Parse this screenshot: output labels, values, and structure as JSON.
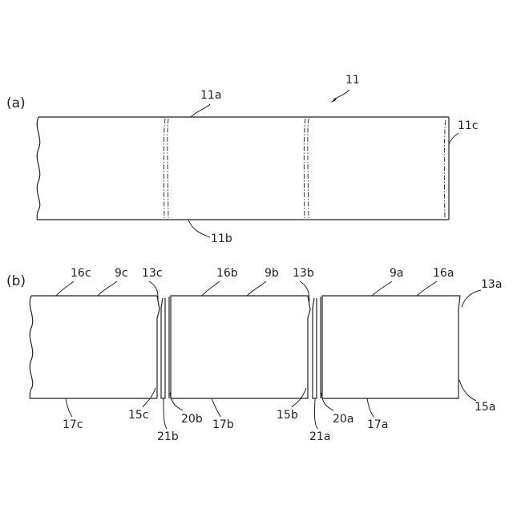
{
  "figure": {
    "panel_a": {
      "label": "(a)",
      "ref_main": "11",
      "ref_top_edge": "11a",
      "ref_bottom_edge": "11b",
      "ref_right_end": "11c"
    },
    "panel_b": {
      "label": "(b)",
      "piece_c": {
        "top_face": "16c",
        "panel": "9c",
        "corner_top": "13c",
        "bottom_face": "17c",
        "corner_bottom": "15c"
      },
      "piece_b": {
        "top_face": "16b",
        "panel": "9b",
        "corner_top": "13b",
        "bottom_face": "17b",
        "corner_bottom": "15b"
      },
      "piece_a": {
        "top_face": "16a",
        "panel": "9a",
        "corner_top": "13a",
        "bottom_face": "17a",
        "corner_bottom": "15a"
      },
      "gap_left": {
        "edge_near": "20b",
        "edge_far": "21b"
      },
      "gap_right": {
        "edge_near": "20a",
        "edge_far": "21a"
      }
    }
  }
}
